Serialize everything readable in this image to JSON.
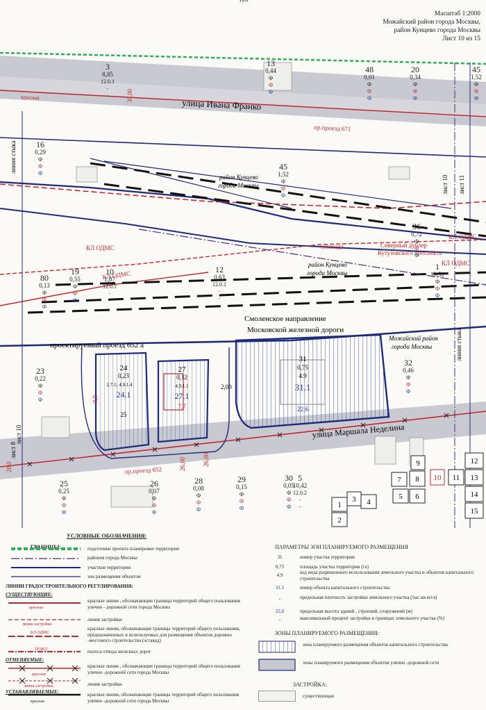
{
  "header": {
    "scale": "Масштаб 1:2000",
    "district1": "Можайский район города Москвы,",
    "district2": "район Кунцево города Москвы",
    "sheet": "Лист 10 из 15",
    "top_number": "128"
  },
  "streets": {
    "ivan_franko": "улица Ивана Франко",
    "proezd_671": "пр.проезд 671",
    "marshal_nedelin": "улица Маршала Неделина",
    "proezd_652": "пр.проезд 652",
    "proezd_652a": "проектируемый проезд 652 а",
    "railway1": "Смоленское направление",
    "railway2": "Московской железной дороги",
    "overpass": "эстакада",
    "north_dubler1": "Северный дублер",
    "north_dubler2": "Кутузовского проспекта"
  },
  "areas": {
    "kuntsevo1": "район Кунцево",
    "kuntsevo2": "города Москвы",
    "kuntsevo3": "район Кунцево",
    "kuntsevo4": "города Москвы",
    "mozhaisky1": "Можайский район",
    "mozhaisky2": "города Москвы"
  },
  "line_labels": {
    "krasnaya": "красная",
    "kl_odms": "КЛ ОДМС",
    "list10": "лист 10",
    "list11": "лист 11",
    "list8": "лист 8",
    "liniya_styka": "линия стыка",
    "w30": "30,00",
    "w26": "26,00",
    "w20": "20,0",
    "w0": "0,0",
    "w2": "2,00"
  },
  "parcels": [
    {
      "num": "3",
      "area": "8,85",
      "code": "12.0.1",
      "f": "-"
    },
    {
      "num": "13",
      "area": "0,44",
      "code": "Ф",
      "f": "Ф"
    },
    {
      "num": "48",
      "area": "0,01",
      "code": "Ф",
      "f": "Ф"
    },
    {
      "num": "20",
      "area": "0,34",
      "code": "Ф",
      "f": "Ф"
    },
    {
      "num": "45",
      "area": "1,52",
      "code": "Ф",
      "f": "Ф"
    },
    {
      "num": "16",
      "area": "0,29",
      "code": "Ф",
      "f": "Ф"
    },
    {
      "num": "45",
      "area": "1,52",
      "code": "Ф",
      "f": "Ф"
    },
    {
      "num": "36",
      "area": "0,72",
      "code": "Ф",
      "f": "Ф"
    },
    {
      "num": "19",
      "area": "0,55",
      "code": "Ф",
      "f": "Ф"
    },
    {
      "num": "10",
      "area": "1,87",
      "code": "12.0.1",
      "f": "-"
    },
    {
      "num": "80",
      "area": "0,13",
      "code": "Ф",
      "f": "Ф"
    },
    {
      "num": "12",
      "area": "0,63",
      "code": "12.0.1",
      "f": "-"
    },
    {
      "num": "1",
      "area": "19,51",
      "code": "Ф",
      "f": "Ф"
    },
    {
      "num": "32",
      "area": "0,46",
      "code": "Ф",
      "f": "Ф"
    },
    {
      "num": "23",
      "area": "0,22",
      "code": "Ф",
      "f": "Ф"
    },
    {
      "num": "25",
      "area": "0,25",
      "code": "Ф",
      "f": "Ф"
    },
    {
      "num": "26",
      "area": "0,07",
      "code": "Ф",
      "f": "Ф"
    },
    {
      "num": "28",
      "area": "0,08",
      "code": "Ф",
      "f": "Ф"
    },
    {
      "num": "29",
      "area": "0,15",
      "code": "Ф",
      "f": "Ф"
    },
    {
      "num": "30",
      "area": "0,05",
      "code": "Ф",
      "f": "Ф"
    },
    {
      "num": "5",
      "area": "10,42",
      "code": "12.0.2",
      "f": "-"
    }
  ],
  "zones": {
    "z24": {
      "num": "24",
      "area": "0,23",
      "code": "2.7.1; 4.9.1.4",
      "cap": "24.1",
      "h": "25"
    },
    "z27": {
      "num": "27",
      "area": "0,12",
      "code": "4.9.1.1",
      "cap": "27.1",
      "h": "7,7"
    },
    "z31": {
      "num": "31",
      "area": "0,75",
      "code": "4.9",
      "cap": "31.1",
      "h": "22,6"
    }
  },
  "buildings": [
    "9",
    "7",
    "8",
    "10",
    "11",
    "12",
    "13",
    "14",
    "15",
    "4",
    "5",
    "6",
    "3",
    "1",
    "2"
  ],
  "legend": {
    "title": "УСЛОВНЫЕ ОБОЗНАЧЕНИЯ:",
    "borders_h": "ГРАНИЦЫ:",
    "b1": "подготовки проекта планировки территории",
    "b2": "районов города Москвы",
    "b3": "участков территории",
    "b4": "зон размещения объектов",
    "lines_h": "ЛИНИИ ГРАДОСТРОИТЕЛЬНОГО РЕГУЛИРОВАНИЯ:",
    "existing_h": "СУЩЕСТВУЮЩИЕ:",
    "e1_tag": "красная",
    "e1": "красные линии , обозначающие границы территорий общего пользования улично - дорожной сети города Москвы",
    "e2_tag": "линия застройки",
    "e2": "линия застройки",
    "e3_tag": "КЛ ОДМС",
    "e3": "красные линии, обозначающие границы территорий общего пользования, предназначенных и используемых для размещения объектов дорожно -мостового строительства (эстакад)",
    "e4_tag": "ПОЖД",
    "e4": "полоса отвода железных дорог",
    "cancel_h": "ОТМЕНЯЕМЫЕ:",
    "c1_tag": "красная",
    "c1": "красные линии , обозначающие границы территорий общего пользования улично -дорожной сети города Москвы",
    "c2_tag": "линия застройки",
    "c2": "линия застройки",
    "set_h": "УСТАНАВЛИВАЕМЫЕ:",
    "s1_tag": "красная",
    "s1": "красные линии, обозначающие границы территорий общего пользования улично -дорожной сети города Москвы",
    "params_h": "ПАРАМЕТРЫ ЗОН ПЛАНИРУЕМОГО РАЗМЕЩЕНИЯ",
    "p1_k": "31",
    "p1": "номер участка территории",
    "p2_k": "0,75",
    "p2": "площадь участка территории (га)",
    "p3_k": "4.9",
    "p3": "код вида разрешенного использования земельного участка и объектов капитального строительства",
    "p4_k": "31.1",
    "p4": "номер объекта капитального строительства",
    "p5_k": "-",
    "p5": "предельная плотность застройки земельного участка (тыс.кв.м/га)",
    "p6_k": "22,6",
    "p6": "предельная высота зданий , строений, сооружений (м)",
    "p7_k": "-",
    "p7": "максимальный процент застройки в границах земельного участка (%)",
    "zones_h": "ЗОНЫ ПЛАНИРУЕМОГО РАЗМЕЩЕНИЯ:",
    "z1": "зона планируемого размещения объектов капитального строительства",
    "z2": "зоны планируемого размещения объектов улично -дорожной сети",
    "build_h": "ЗАСТРОЙКА:",
    "bd1": "существующая"
  },
  "colors": {
    "red": "#c0282d",
    "blue": "#1a3c9a",
    "navy": "#1f2a7a",
    "green": "#2fae5a",
    "road": "#c7c7cf",
    "black": "#222222"
  }
}
